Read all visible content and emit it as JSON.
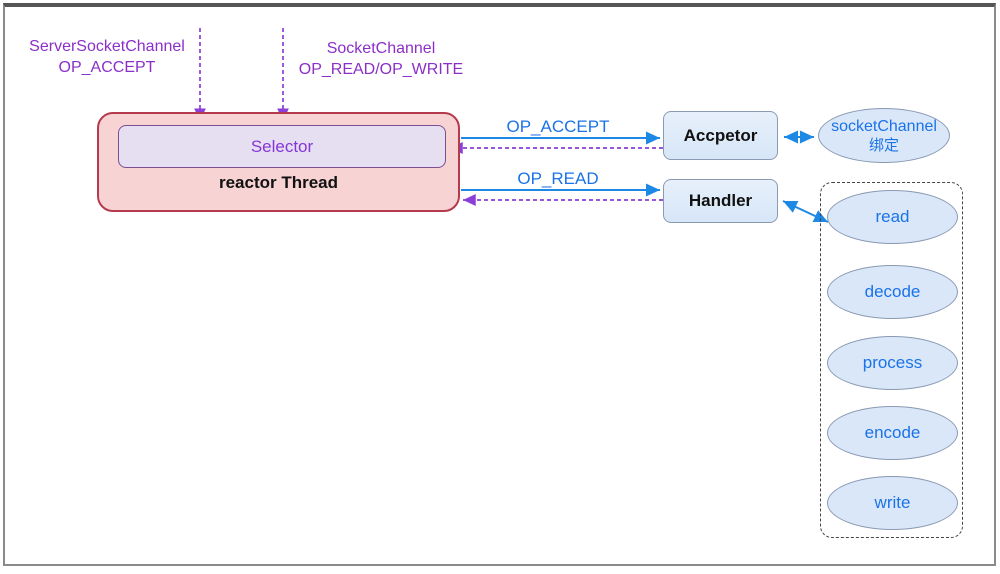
{
  "diagram": {
    "title_context": "NIO single reactor thread pattern",
    "top_labels": [
      {
        "line1": "ServerSocketChannel",
        "line2": "OP_ACCEPT"
      },
      {
        "line1": "SocketChannel",
        "line2": "OP_READ/OP_WRITE"
      }
    ],
    "reactor": {
      "selector": "Selector",
      "thread": "reactor Thread"
    },
    "flows": [
      {
        "label": "OP_ACCEPT"
      },
      {
        "label": "OP_READ"
      }
    ],
    "acceptor": {
      "label": "Accpetor"
    },
    "handler": {
      "label": "Handler"
    },
    "socket_channel": {
      "line1": "socketChannel",
      "line2": "绑定"
    },
    "pipeline": [
      "read",
      "decode",
      "process",
      "encode",
      "write"
    ],
    "colors": {
      "purple_text": "#8b2fc9",
      "purple_arrow": "#8b3fd6",
      "blue_arrow": "#1e88e5",
      "blue_text": "#1a73e8",
      "reactor_fill": "#f8d3d3",
      "reactor_border": "#b43a4e",
      "selector_fill": "#e6dff1",
      "selector_border": "#7c4f93",
      "node_fill": "#dce9f8",
      "node_border": "#8a9ab3",
      "frame_border": "#8a8a8a"
    }
  }
}
